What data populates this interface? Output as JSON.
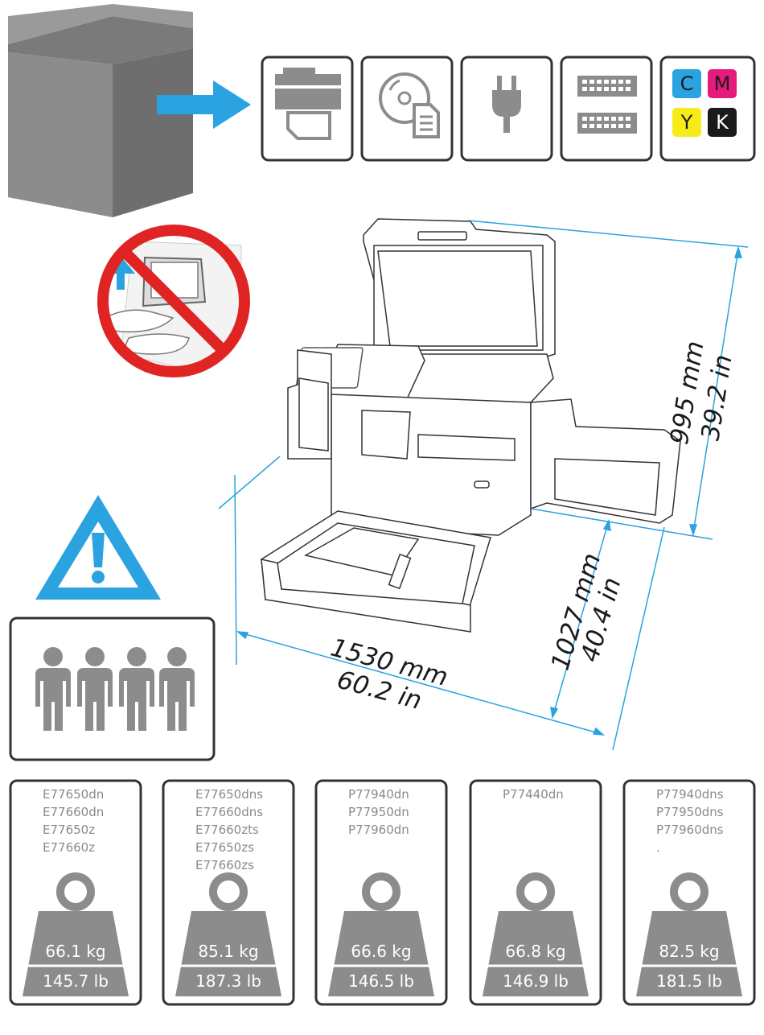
{
  "accessories": {
    "items": [
      {
        "name": "printer-scanner",
        "icon": "scanner-printer-icon"
      },
      {
        "name": "software-cd",
        "icon": "cd-document-icon"
      },
      {
        "name": "power-cord",
        "icon": "power-plug-icon"
      },
      {
        "name": "keyboard-overlays",
        "icon": "keyboard-icon"
      },
      {
        "name": "toner-cartridges",
        "icon": "cmyk-toner-icon"
      }
    ],
    "cmyk": [
      {
        "letter": "C",
        "color": "#2aa3e0",
        "text_color": "#1a1a1a"
      },
      {
        "letter": "M",
        "color": "#e6197d",
        "text_color": "#1a1a1a"
      },
      {
        "letter": "Y",
        "color": "#f5ec19",
        "text_color": "#1a1a1a"
      },
      {
        "letter": "K",
        "color": "#1a1a1a",
        "text_color": "#ffffff"
      }
    ]
  },
  "dimensions": {
    "height_mm": "995 mm",
    "height_in": "39.2 in",
    "width_mm": "1530 mm",
    "width_in": "60.2 in",
    "depth_mm": "1027 mm",
    "depth_in": "40.4 in"
  },
  "weights": [
    {
      "models": [
        "E77650dn",
        "E77660dn",
        "E77650z",
        "E77660z"
      ],
      "kg": "66.1 kg",
      "lb": "145.7 lb"
    },
    {
      "models": [
        "E77650dns",
        "E77660dns",
        "E77660zts",
        "E77650zs",
        "E77660zs"
      ],
      "kg": "85.1 kg",
      "lb": "187.3 lb"
    },
    {
      "models": [
        "P77940dn",
        "P77950dn",
        "P77960dn"
      ],
      "kg": "66.6 kg",
      "lb": "146.5 lb"
    },
    {
      "models": [
        "P77440dn"
      ],
      "kg": "66.8 kg",
      "lb": "146.9 lb"
    },
    {
      "models": [
        "P77940dns",
        "P77950dns",
        "P77960dns",
        "."
      ],
      "kg": "82.5 kg",
      "lb": "181.5 lb"
    }
  ],
  "colors": {
    "gray": "#8c8c8c",
    "dark_gray": "#6e6e6e",
    "accent_blue": "#2aa3e0",
    "prohibition_red": "#e02424",
    "warning_blue": "#2aa3e0"
  }
}
